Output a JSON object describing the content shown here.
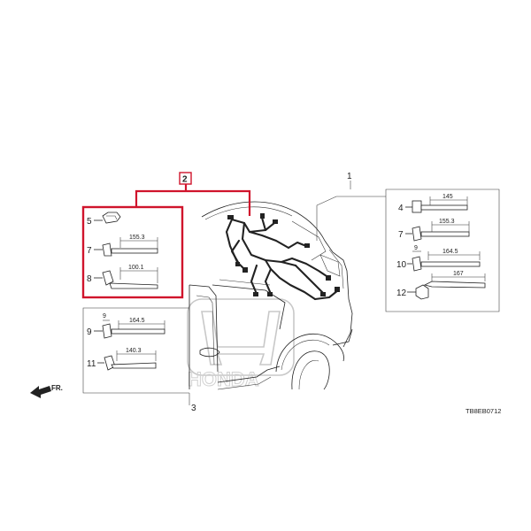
{
  "callouts": {
    "group_label": "2",
    "group_red_parts": [
      "5",
      "7",
      "8"
    ],
    "part_1": "1",
    "part_3": "3",
    "left_panel_parts": [
      "9",
      "11"
    ],
    "right_panel_parts": [
      "4",
      "7",
      "10",
      "12"
    ],
    "dim_9_small": "9"
  },
  "dimensions": {
    "red_7": "155.3",
    "red_8": "100.1",
    "left_9": "164.5",
    "left_11": "140.3",
    "right_4": "145",
    "right_7": "155.3",
    "right_10": "164.5",
    "right_12": "167"
  },
  "direction_label": "FR.",
  "diagram_code": "TB8EB0712",
  "colors": {
    "highlight": "#d0142c",
    "ink": "#222222",
    "watermark": "#c8c8c8"
  },
  "watermark": "HONDA logo"
}
